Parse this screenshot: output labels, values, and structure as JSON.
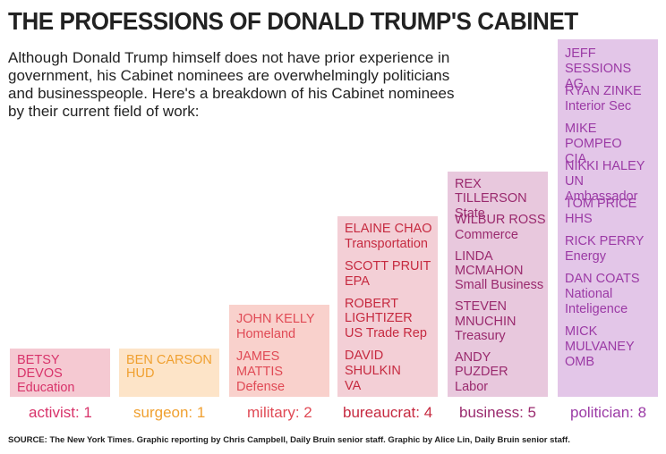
{
  "title": "THE PROFESSIONS OF DONALD TRUMP'S CABINET",
  "subtitle": "Although Donald Trump himself does not have prior experience in government, his Cabinet nominees are overwhelmingly politicians and businesspeople. Here's a breakdown of his Cabinet nominees by their current field of work:",
  "source": "SOURCE: The New York Times. Graphic reporting by Chris Campbell, Daily Bruin senior staff. Graphic by Alice Lin, Daily Bruin senior staff.",
  "chart_data": {
    "type": "bar",
    "categories": [
      "activist",
      "surgeon",
      "military",
      "bureaucrat",
      "business",
      "politician"
    ],
    "values": [
      1,
      1,
      2,
      4,
      5,
      8
    ],
    "category_labels": [
      "activist: 1",
      "surgeon: 1",
      "military: 2",
      "bureaucrat: 4",
      "business: 5",
      "politician: 8"
    ],
    "colors": {
      "activist": {
        "fill": "#f5c9d2",
        "text": "#d8336a"
      },
      "surgeon": {
        "fill": "#fde4c8",
        "text": "#f0a030"
      },
      "military": {
        "fill": "#f9d1cc",
        "text": "#e04a55"
      },
      "bureaucrat": {
        "fill": "#f3cfd6",
        "text": "#c62a40"
      },
      "business": {
        "fill": "#e8c8dd",
        "text": "#9a2a6e"
      },
      "politician": {
        "fill": "#e3c6e8",
        "text": "#9b3aa5"
      }
    },
    "members": {
      "activist": [
        {
          "lines": [
            "BETSY DEVOS",
            "Education"
          ]
        }
      ],
      "surgeon": [
        {
          "lines": [
            "BEN CARSON",
            "HUD"
          ]
        }
      ],
      "military": [
        {
          "lines": [
            "JOHN KELLY",
            "Homeland"
          ]
        },
        {
          "lines": [
            "JAMES MATTIS",
            "Defense"
          ]
        }
      ],
      "bureaucrat": [
        {
          "lines": [
            "ELAINE CHAO",
            "Transportation"
          ]
        },
        {
          "lines": [
            "SCOTT PRUIT",
            "EPA"
          ]
        },
        {
          "lines": [
            "ROBERT",
            "LIGHTIZER",
            "US Trade Rep"
          ]
        },
        {
          "lines": [
            "DAVID SHULKIN",
            "VA"
          ]
        }
      ],
      "business": [
        {
          "lines": [
            "REX TILLERSON",
            "State"
          ]
        },
        {
          "lines": [
            "WILBUR ROSS",
            "Commerce"
          ]
        },
        {
          "lines": [
            "LINDA",
            "MCMAHON",
            "Small Business"
          ]
        },
        {
          "lines": [
            "STEVEN",
            "MNUCHIN",
            "Treasury"
          ]
        },
        {
          "lines": [
            "ANDY PUZDER",
            "Labor"
          ]
        }
      ],
      "politician": [
        {
          "lines": [
            "JEFF SESSIONS",
            "AG"
          ]
        },
        {
          "lines": [
            "RYAN ZINKE",
            "Interior Sec"
          ]
        },
        {
          "lines": [
            "MIKE POMPEO",
            "CIA"
          ]
        },
        {
          "lines": [
            "NIKKI HALEY",
            "UN Ambassador"
          ]
        },
        {
          "lines": [
            "TOM PRICE",
            "HHS"
          ]
        },
        {
          "lines": [
            "RICK PERRY",
            "Energy"
          ]
        },
        {
          "lines": [
            "DAN COATS",
            "National",
            "Inteligence"
          ]
        },
        {
          "lines": [
            "MICK MULVANEY",
            "OMB"
          ]
        }
      ]
    }
  }
}
